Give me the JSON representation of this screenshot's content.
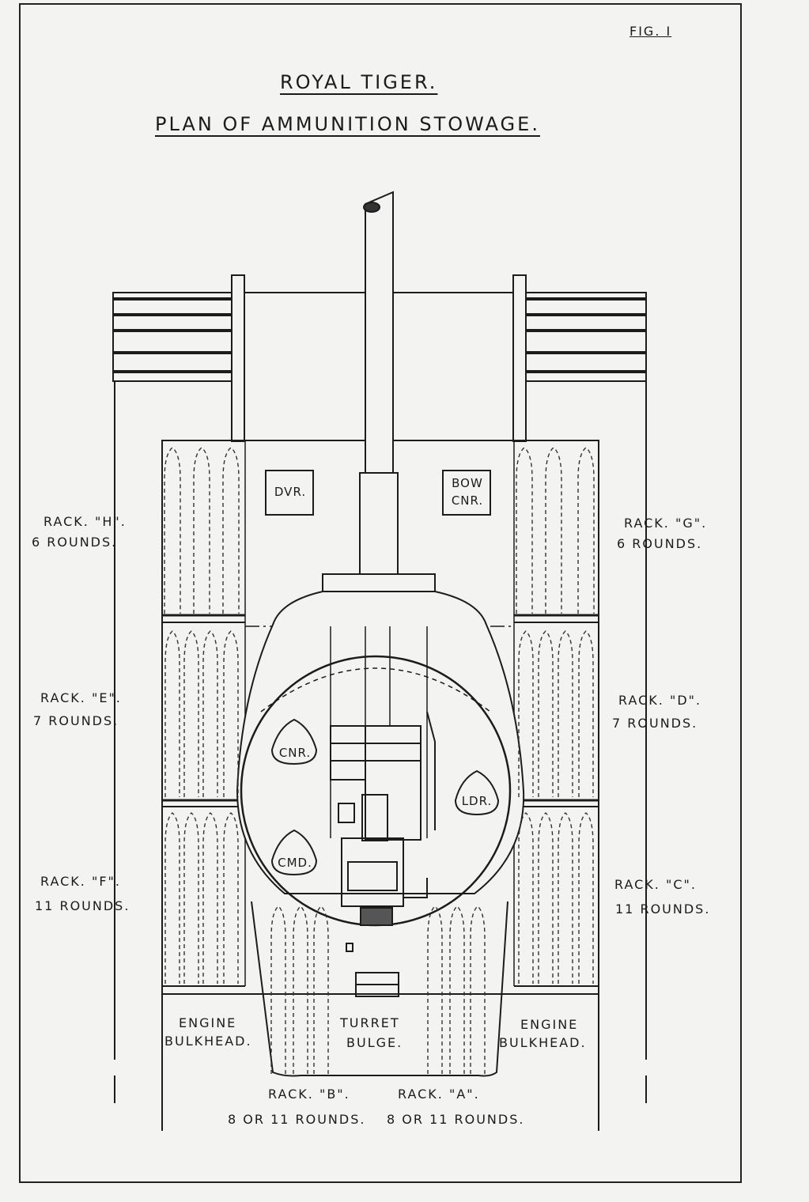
{
  "figure_label": "FIG. I",
  "title_line1": "ROYAL TIGER.",
  "title_line2": "PLAN OF AMMUNITION STOWAGE.",
  "crew": {
    "driver": "DVR.",
    "bow_gunner_line1": "BOW",
    "bow_gunner_line2": "CNR.",
    "gunner": "CNR.",
    "loader": "LDR.",
    "commander": "CMD."
  },
  "racks": {
    "h": {
      "name": "RACK. \"H\".",
      "rounds": "6 ROUNDS."
    },
    "g": {
      "name": "RACK. \"G\".",
      "rounds": "6 ROUNDS."
    },
    "e": {
      "name": "RACK. \"E\".",
      "rounds": "7 ROUNDS."
    },
    "d": {
      "name": "RACK. \"D\".",
      "rounds": "7 ROUNDS."
    },
    "f": {
      "name": "RACK. \"F\".",
      "rounds": "11 ROUNDS."
    },
    "c": {
      "name": "RACK. \"C\".",
      "rounds": "11 ROUNDS."
    },
    "b": {
      "name": "RACK. \"B\".",
      "rounds": "8 OR 11 ROUNDS."
    },
    "a": {
      "name": "RACK. \"A\".",
      "rounds": "8 OR 11 ROUNDS."
    }
  },
  "labels": {
    "engine_bulkhead_left_1": "ENGINE",
    "engine_bulkhead_left_2": "BULKHEAD.",
    "engine_bulkhead_right_1": "ENGINE",
    "engine_bulkhead_right_2": "BULKHEAD.",
    "turret_bulge_1": "TURRET",
    "turret_bulge_2": "BULGE."
  }
}
